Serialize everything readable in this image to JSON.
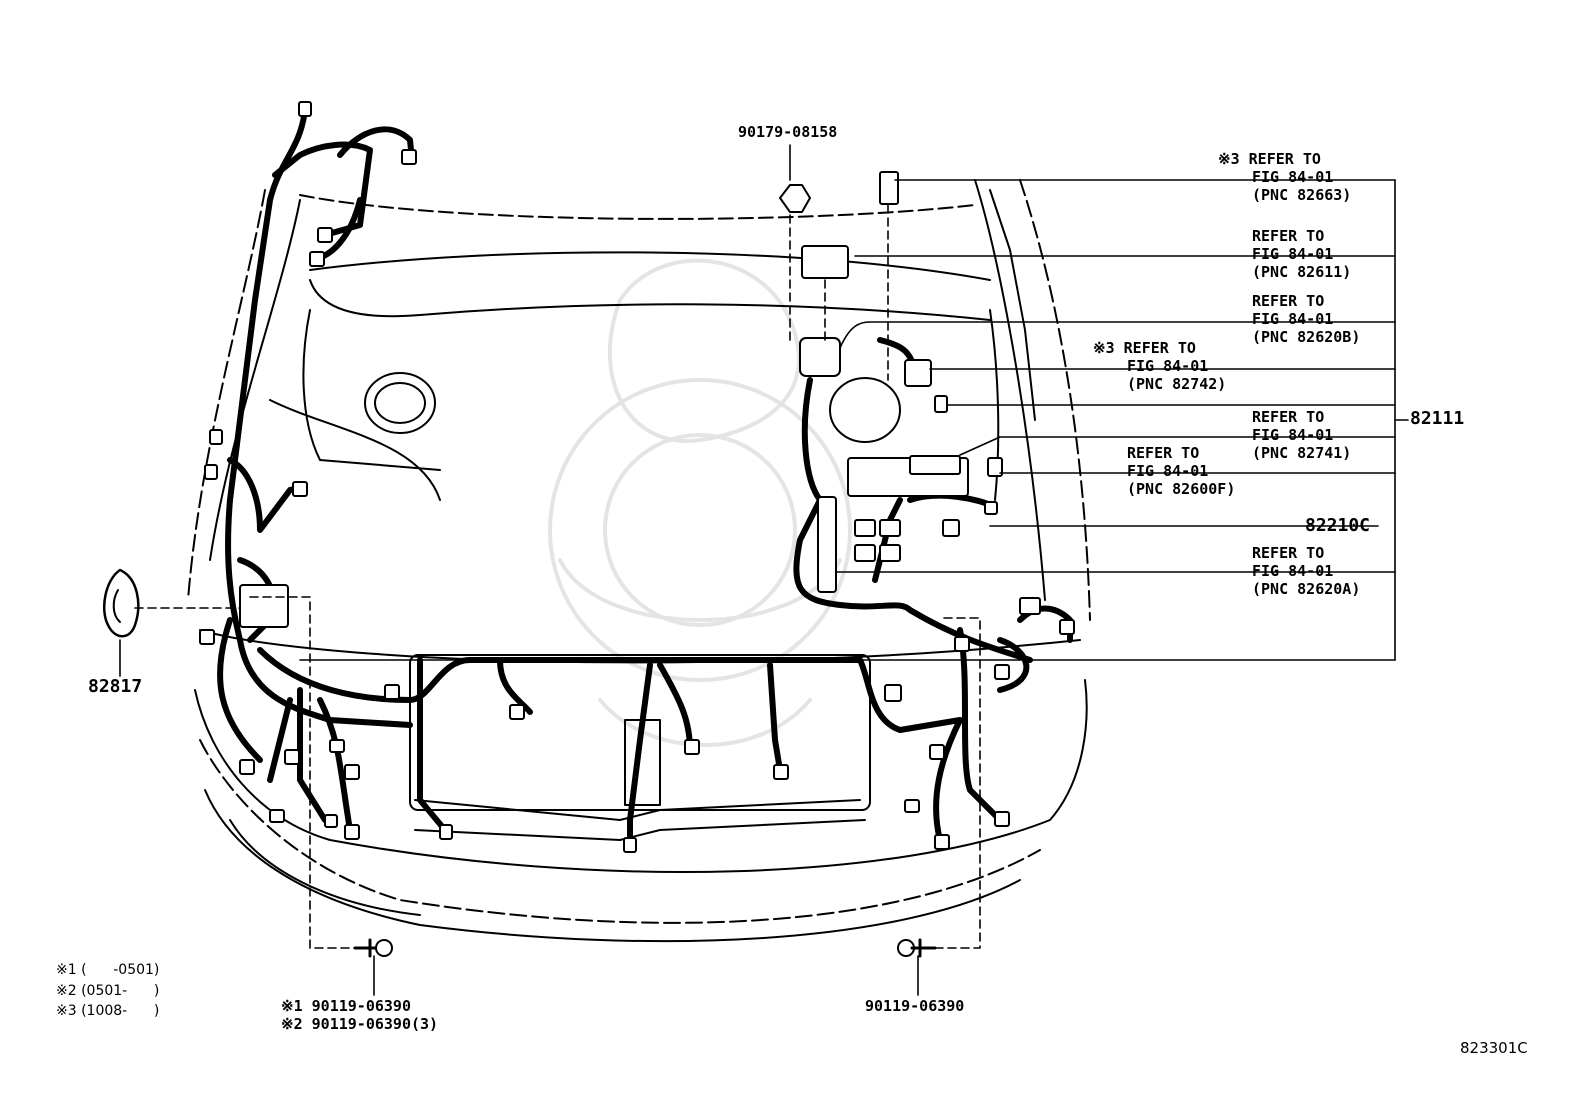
{
  "parts": {
    "clip_nut": "90179-08158",
    "harness_main": "82111",
    "fuse_block": "82210C",
    "clamp": "82817",
    "bolt_left_1": "※1 90119-06390",
    "bolt_left_2": "※2 90119-06390(3)",
    "bolt_right": "90119-06390"
  },
  "references": [
    {
      "prefix": "※3",
      "line1": "REFER TO",
      "line2": "FIG 84-01",
      "line3": "(PNC 82663)"
    },
    {
      "prefix": "",
      "line1": "REFER TO",
      "line2": "FIG 84-01",
      "line3": "(PNC 82611)"
    },
    {
      "prefix": "",
      "line1": "REFER TO",
      "line2": "FIG 84-01",
      "line3": "(PNC 82620B)"
    },
    {
      "prefix": "※3",
      "line1": "REFER TO",
      "line2": "FIG 84-01",
      "line3": "(PNC 82742)"
    },
    {
      "prefix": "",
      "line1": "REFER TO",
      "line2": "FIG 84-01",
      "line3": "(PNC 82741)"
    },
    {
      "prefix": "",
      "line1": "REFER TO",
      "line2": "FIG 84-01",
      "line3": "(PNC 82600F)"
    },
    {
      "prefix": "",
      "line1": "REFER TO",
      "line2": "FIG 84-01",
      "line3": "(PNC 82620A)"
    }
  ],
  "notes": [
    "※1 (      -0501)",
    "※2 (0501-      )",
    "※3 (1008-      )"
  ],
  "figure_id": "823301C"
}
